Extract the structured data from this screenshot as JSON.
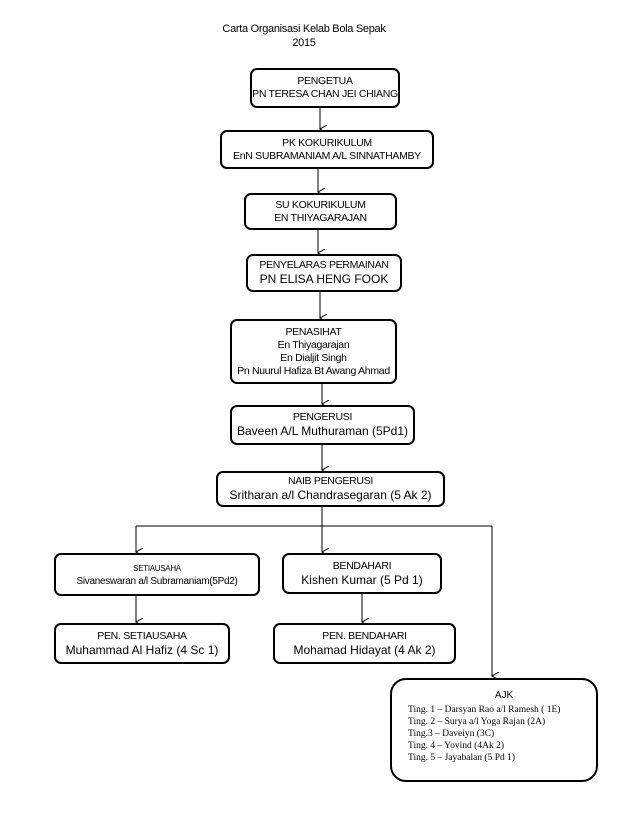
{
  "title": {
    "line1": "Carta Organisasi Kelab Bola Sepak",
    "line2": "2015"
  },
  "pengetua": {
    "role": "PENGETUA",
    "name": "PN TERESA CHAN JEI CHIANG"
  },
  "pk_kokurikulum": {
    "role": "PK KOKURIKULUM",
    "name": "EnN SUBRAMANIAM A/L SINNATHAMBY"
  },
  "su_kokurikulum": {
    "role": "SU KOKURIKULUM",
    "name": "EN THIYAGARAJAN"
  },
  "penyelaras": {
    "role": "PENYELARAS PERMAINAN",
    "name": "PN ELISA HENG FOOK"
  },
  "penasihat": {
    "role": "PENASIHAT",
    "names": [
      "En Thiyagarajan",
      "En Dialjit Singh",
      "Pn Nuurul Hafiza Bt Awang Ahmad"
    ]
  },
  "pengerusi": {
    "role": "PENGERUSI",
    "name": "Baveen A/L Muthuraman (5Pd1)"
  },
  "naib_pengerusi": {
    "role": "NAIB PENGERUSI",
    "name": "Sritharan a/l Chandrasegaran (5 Ak 2)"
  },
  "setiausaha": {
    "role": "SETIAUSAHA",
    "name": "Sivaneswaran  a/l Subramaniam(5Pd2)"
  },
  "bendahari": {
    "role": "BENDAHARI",
    "name": "Kishen Kumar (5 Pd 1)"
  },
  "pen_setiausaha": {
    "role": "PEN. SETIAUSAHA",
    "name": "Muhammad Al Hafiz (4 Sc 1)"
  },
  "pen_bendahari": {
    "role": "PEN. BENDAHARI",
    "name": "Mohamad Hidayat (4 Ak 2)"
  },
  "ajk": {
    "title": "AJK",
    "members": [
      "Ting. 1 – Darsyan Rao a/l Ramesh ( 1E)",
      "Ting. 2 – Surya a/l Yoga Rajan (2A)",
      "Ting.3 – Daveiyn (3C)",
      "Ting. 4 – Yovind (4Ak 2)",
      "Ting. 5 – Jayabalan (5 Pd 1)"
    ]
  }
}
